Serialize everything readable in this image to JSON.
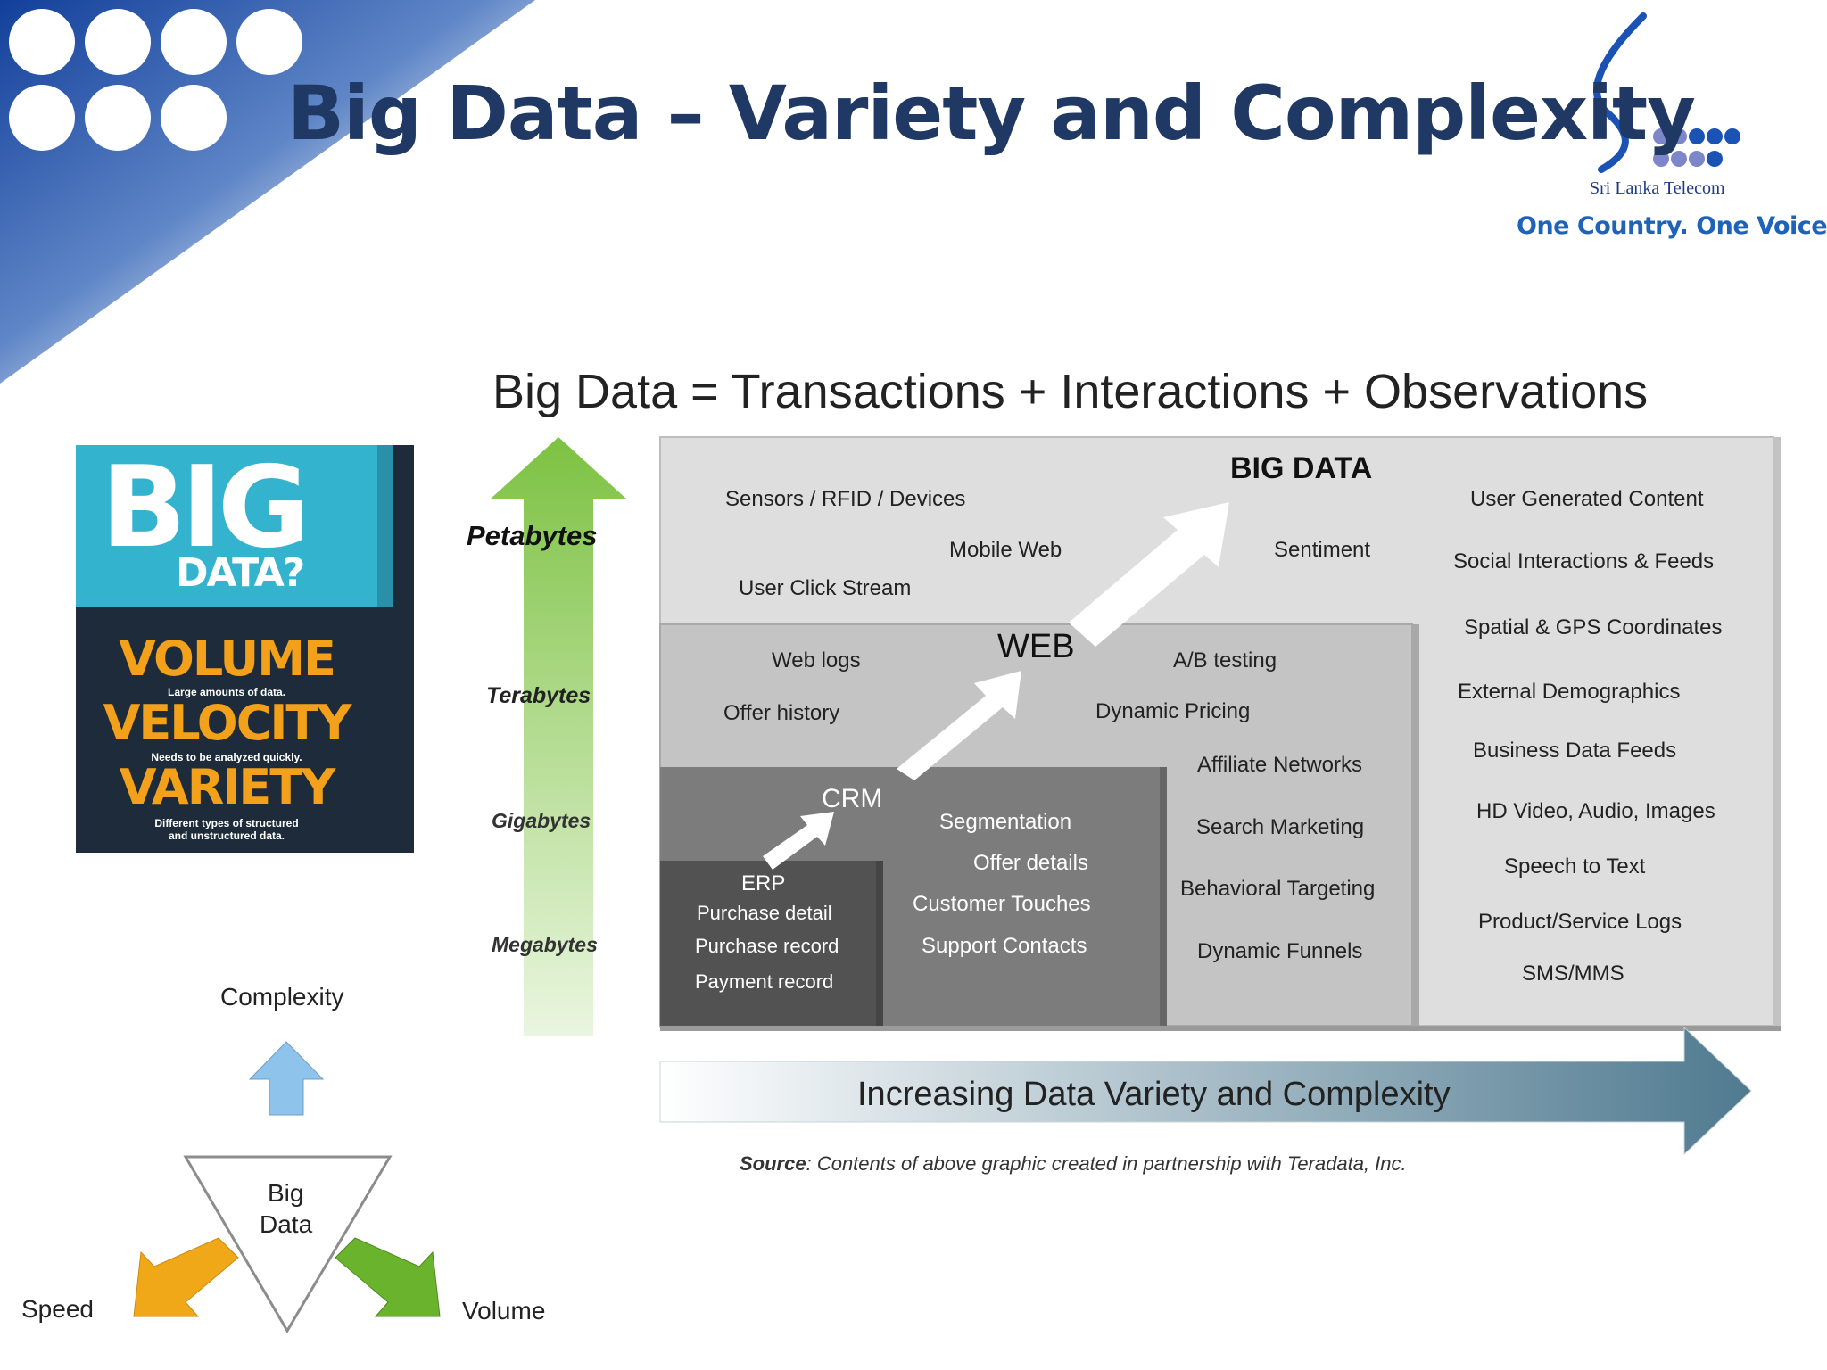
{
  "slide": {
    "title": "Big Data – Variety and Complexity",
    "brand_name": "Sri Lanka Telecom",
    "tagline": "One Country. One Voice.",
    "accent_color": "#1f3864"
  },
  "poster": {
    "big": "BIG",
    "question": "DATA?",
    "volume": "VOLUME",
    "volume_sub": "Large amounts of data.",
    "velocity": "VELOCITY",
    "velocity_sub": "Needs to be analyzed quickly.",
    "variety": "VARIETY",
    "variety_sub_1": "Different types of structured",
    "variety_sub_2": "and unstructured data."
  },
  "triangle": {
    "top": "Complexity",
    "center_1": "Big",
    "center_2": "Data",
    "left": "Speed",
    "right": "Volume"
  },
  "graphic": {
    "equation": "Big Data = Transactions + Interactions + Observations",
    "sizes": [
      "Petabytes",
      "Terabytes",
      "Gigabytes",
      "Megabytes"
    ],
    "big_data_label": "BIG DATA",
    "web_label": "WEB",
    "crm_label": "CRM",
    "erp_label": "ERP",
    "erp_items": [
      "Purchase detail",
      "Purchase record",
      "Payment record"
    ],
    "crm_items": [
      "Segmentation",
      "Offer details",
      "Customer Touches",
      "Support Contacts"
    ],
    "web_left": [
      "Web logs",
      "Offer history"
    ],
    "web_right": [
      "A/B testing",
      "Dynamic Pricing"
    ],
    "web_lower": [
      "Affiliate Networks",
      "Search Marketing",
      "Behavioral Targeting",
      "Dynamic Funnels"
    ],
    "big_data_items": [
      "Sensors / RFID / Devices",
      "Mobile Web",
      "User Click Stream",
      "Sentiment"
    ],
    "big_data_right": [
      "User Generated Content",
      "Social Interactions & Feeds",
      "Spatial & GPS Coordinates",
      "External Demographics",
      "Business Data Feeds",
      "HD Video, Audio, Images",
      "Speech to Text",
      "Product/Service Logs",
      "SMS/MMS"
    ],
    "bottom_arrow": "Increasing Data Variety and Complexity",
    "source_label": "Source",
    "source_text": ": Contents of above graphic created in partnership with Teradata, Inc."
  }
}
